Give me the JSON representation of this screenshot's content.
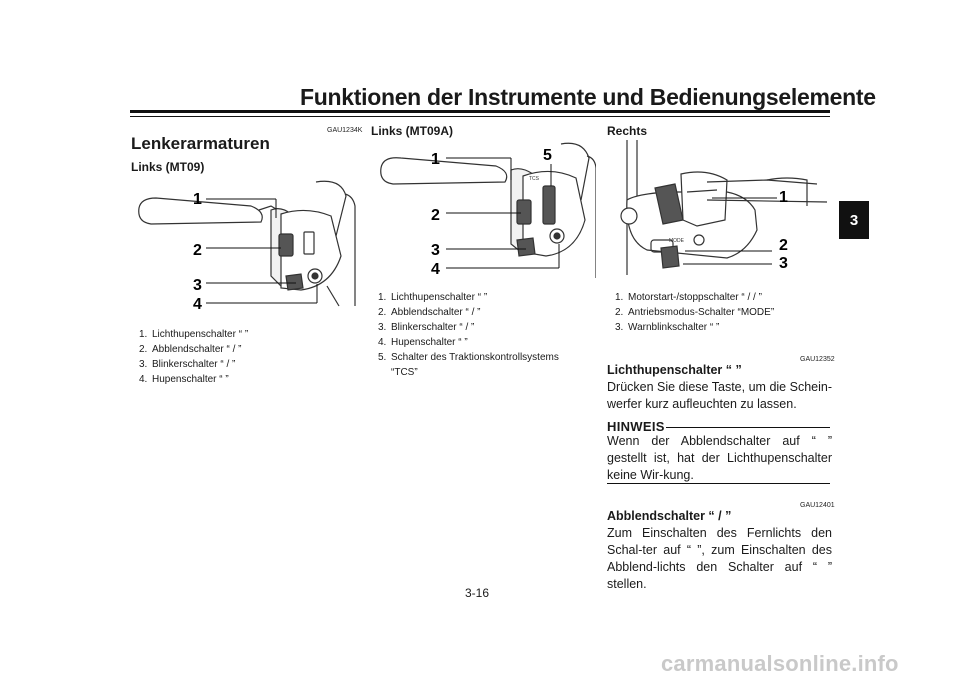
{
  "header": {
    "title": "Funktionen der Instrumente und Bedienungselemente",
    "chapter_tab": "3"
  },
  "col1": {
    "code": "GAU1234K",
    "heading": "Lenkerarmaturen",
    "subheading": "Links (MT09)",
    "figure_callouts": [
      "1",
      "2",
      "3",
      "4"
    ],
    "items": [
      {
        "num": "1.",
        "text": "Lichthupenschalter “ ”"
      },
      {
        "num": "2.",
        "text": "Abblendschalter “ / ”"
      },
      {
        "num": "3.",
        "text": "Blinkerschalter “ / ”"
      },
      {
        "num": "4.",
        "text": "Hupenschalter “ ”"
      }
    ]
  },
  "col2": {
    "subheading": "Links (MT09A)",
    "figure_callouts": [
      "1",
      "5",
      "2",
      "3",
      "4"
    ],
    "figure_label_tcs": "TCS",
    "items": [
      {
        "num": "1.",
        "text": "Lichthupenschalter “ ”"
      },
      {
        "num": "2.",
        "text": "Abblendschalter “ / ”"
      },
      {
        "num": "3.",
        "text": "Blinkerschalter “ / ”"
      },
      {
        "num": "4.",
        "text": "Hupenschalter “ ”"
      },
      {
        "num": "5.",
        "text": "Schalter des Traktionskontrollsystems\n“TCS”"
      }
    ]
  },
  "col3": {
    "subheading": "Rechts",
    "figure_callouts": [
      "1",
      "2",
      "3"
    ],
    "figure_label_mode": "MODE",
    "items": [
      {
        "num": "1.",
        "text": "Motorstart-/stoppschalter “ / / ”"
      },
      {
        "num": "2.",
        "text": "Antriebsmodus-Schalter “MODE”"
      },
      {
        "num": "3.",
        "text": "Warnblinkschalter “ ”"
      }
    ],
    "sec1": {
      "code": "GAU12352",
      "heading": "Lichthupenschalter “ ”",
      "body": "Drücken Sie diese Taste, um die Schein-werfer kurz aufleuchten zu lassen."
    },
    "notice": {
      "title": "HINWEIS",
      "body": "Wenn der Abblendschalter auf “ ” gestellt ist, hat der Lichthupenschalter keine Wir-kung."
    },
    "sec2": {
      "code": "GAU12401",
      "heading": "Abblendschalter “ / ”",
      "body": "Zum Einschalten des Fernlichts den Schal-ter auf “ ”, zum Einschalten des Abblend-lichts den Schalter auf “ ” stellen."
    }
  },
  "footer": {
    "page_number": "3-16",
    "watermark": "carmanualsonline.info"
  }
}
